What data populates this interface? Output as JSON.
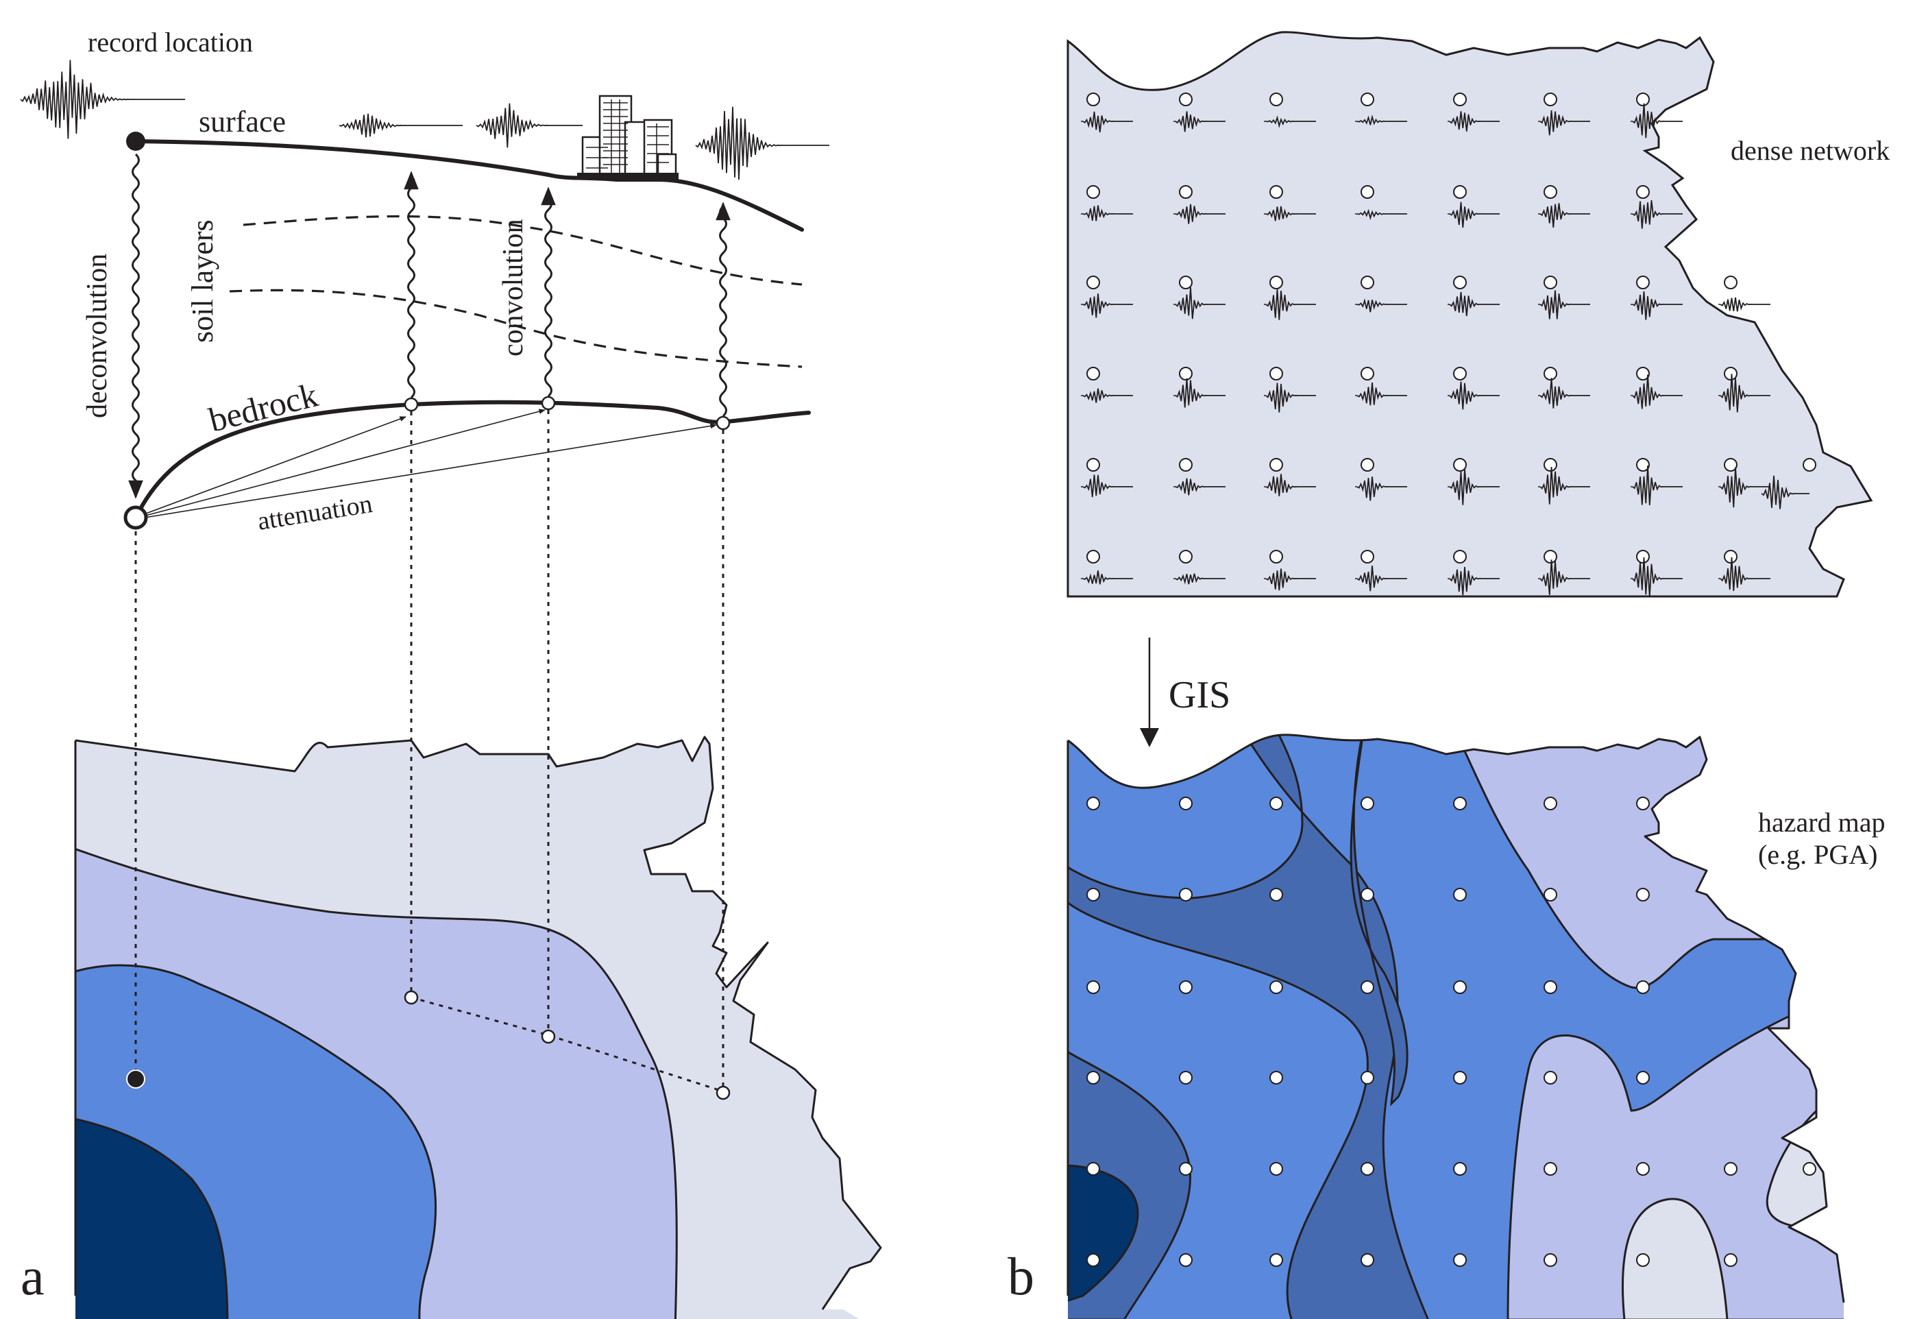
{
  "colors": {
    "level1": "#dde1ee",
    "level2": "#b9c0ec",
    "level3": "#5a88dc",
    "level4": "#466ab0",
    "level5": "#03346b",
    "ink": "#231f20"
  },
  "panel_a": {
    "letter": "a",
    "labels": {
      "record_location": "record location",
      "surface": "surface",
      "soil_layers": "soil layers",
      "convolution": "convolution",
      "deconvolution": "deconvolution",
      "bedrock": "bedrock",
      "attenuation": "attenuation"
    }
  },
  "panel_b": {
    "letter": "b",
    "labels": {
      "dense_network": "dense network",
      "gis": "GIS",
      "hazard_map_line1": "hazard map",
      "hazard_map_line2": "(e.g. PGA)"
    }
  },
  "network_grid": {
    "rows": 6,
    "columns": 8,
    "amplitudes": [
      [
        3,
        3,
        1,
        1,
        3,
        4,
        5,
        0
      ],
      [
        2,
        3,
        2,
        1,
        3,
        4,
        5,
        0
      ],
      [
        3,
        4,
        4,
        2,
        4,
        4,
        4,
        3
      ],
      [
        2,
        4,
        4,
        3,
        4,
        4,
        5,
        5
      ],
      [
        3,
        2,
        4,
        3,
        4,
        5,
        5,
        5
      ],
      [
        2,
        2,
        3,
        3,
        4,
        5,
        6,
        5
      ]
    ]
  }
}
